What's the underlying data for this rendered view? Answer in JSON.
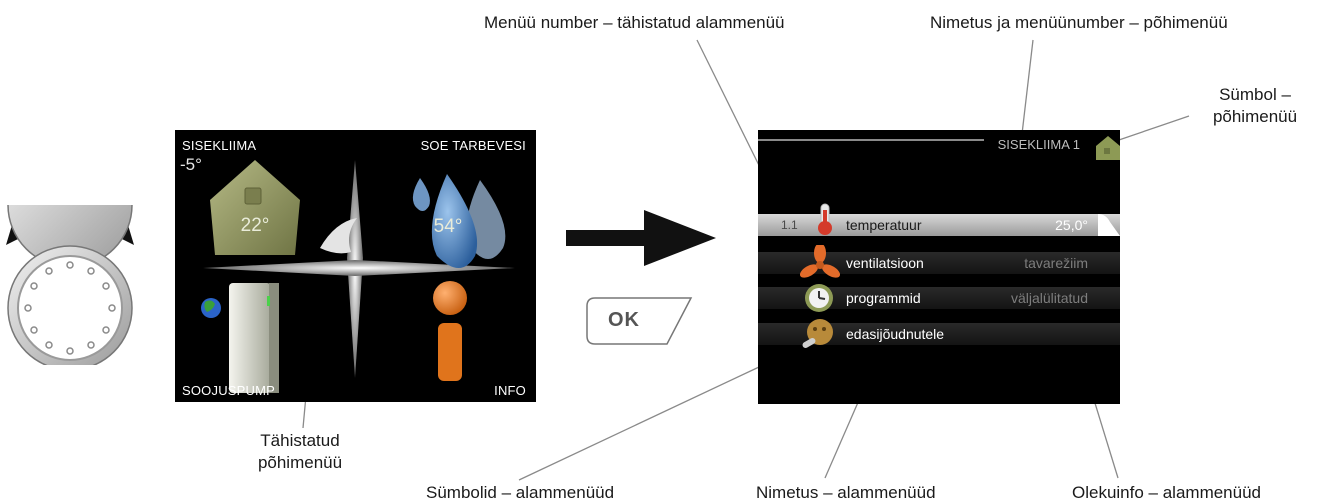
{
  "callouts": {
    "submenu_number": "Menüü number – tähistatud alammenüü",
    "mainmenu_name_number": "Nimetus ja menüünumber – põhimenüü",
    "mainmenu_symbol_line1": "Sümbol –",
    "mainmenu_symbol_line2": "põhimenüü",
    "marked_mainmenu_line1": "Tähistatud",
    "marked_mainmenu_line2": "põhimenüü",
    "submenu_symbols": "Sümbolid – alammenüüd",
    "submenu_names": "Nimetus – alammenüüd",
    "submenu_status": "Olekuinfo – alammenüüd"
  },
  "main_menu": {
    "quadrants": {
      "top_left": "SISEKLIIMA",
      "top_right": "SOE TARBEVESI",
      "bottom_left": "SOOJUSPUMP",
      "bottom_right": "INFO"
    },
    "outdoor_temp": "-5°",
    "house_temp": "22°",
    "water_temp": "54°"
  },
  "ok_button": {
    "label": "OK"
  },
  "sub_menu": {
    "title": "SISEKLIIMA 1",
    "rows": [
      {
        "number": "1.1",
        "name": "temperatuur",
        "status": "25,0°",
        "icon": "thermometer-icon"
      },
      {
        "name": "ventilatsioon",
        "status": "tavarežiim",
        "icon": "fan-icon"
      },
      {
        "name": "programmid",
        "status": "väljalülitatud",
        "icon": "clock-icon"
      },
      {
        "name": "edasijõudnutele",
        "status": "",
        "icon": "advanced-icon"
      }
    ]
  },
  "colors": {
    "screen_bg": "#000000",
    "house": "#9da06a",
    "water_drop": "#4f86c6",
    "info": "#e87b26",
    "submenu_icon_green": "#8d9a55"
  }
}
